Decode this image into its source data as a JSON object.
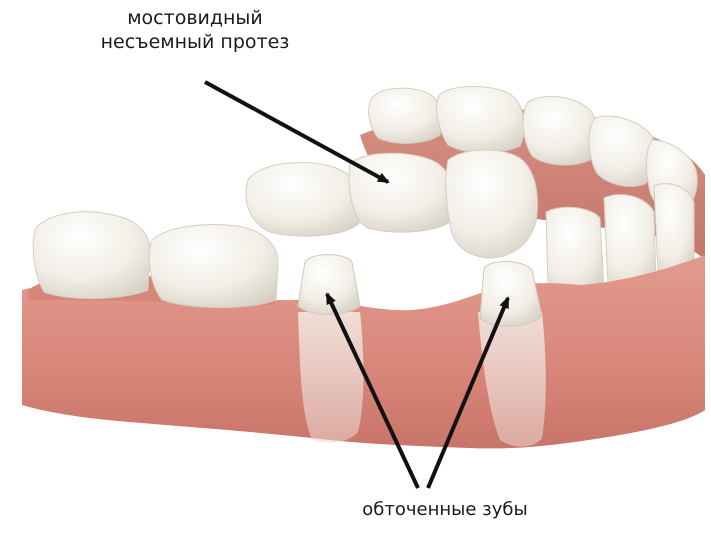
{
  "labels": {
    "bridge_line1": "мостовидный",
    "bridge_line2": "несъемный протез",
    "abutments": "обточенные зубы"
  },
  "colors": {
    "gum": "#d9867a",
    "gum_dark": "#b86a60",
    "tooth": "#f4f1ea",
    "tooth_shadow": "#cfcac0",
    "arrow": "#111111",
    "background": "#ffffff"
  }
}
